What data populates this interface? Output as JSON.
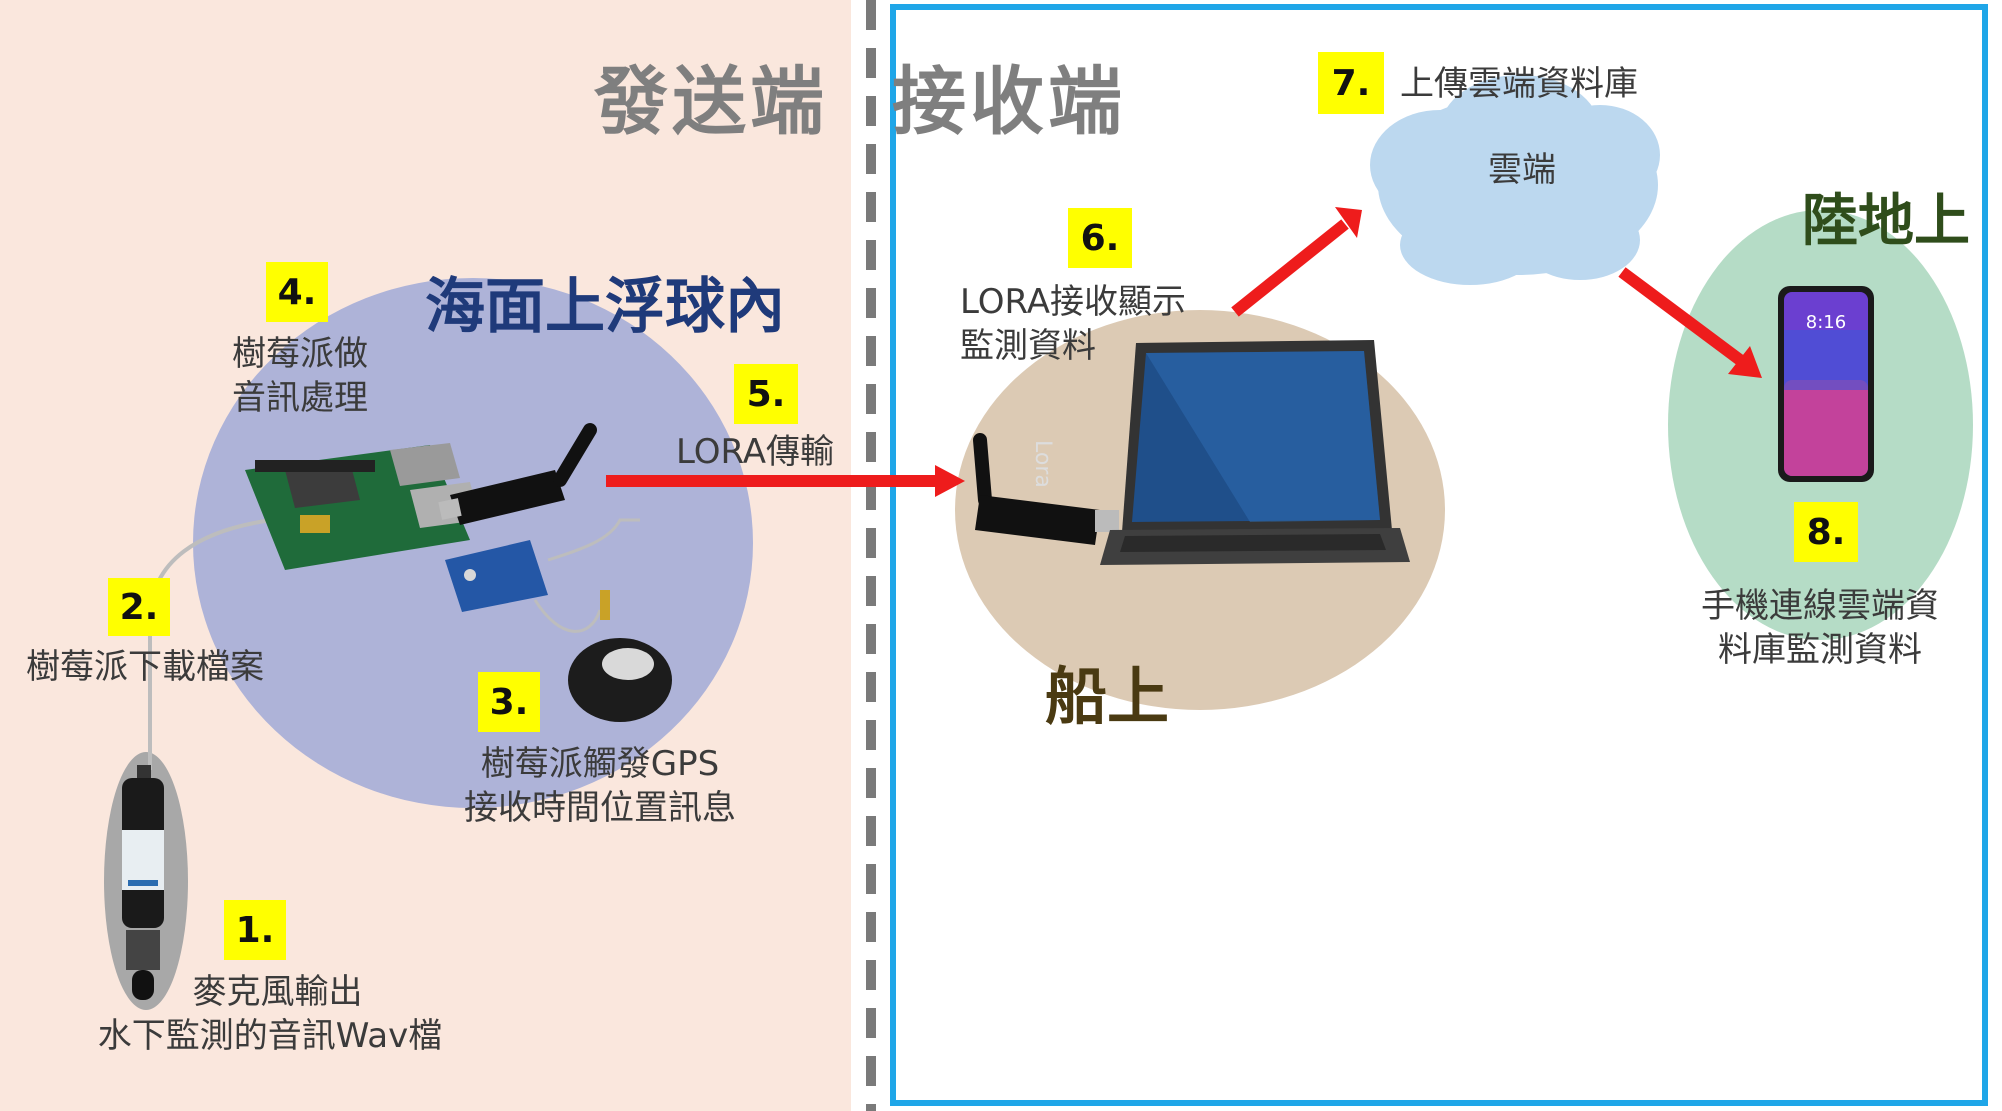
{
  "regions": {
    "sender_title": "發送端",
    "receiver_title": "接收端"
  },
  "zones": {
    "buoy": "海面上浮球內",
    "ship": "船上",
    "land": "陸地上"
  },
  "cloud": {
    "label": "雲端"
  },
  "laptop": {
    "lora_tag": "Lora"
  },
  "phone": {
    "time": "8:16"
  },
  "steps": [
    {
      "num": "1.",
      "lines": [
        "麥克風輸出",
        "水下監測的音訊Wav檔"
      ]
    },
    {
      "num": "2.",
      "lines": [
        "樹莓派下載檔案"
      ]
    },
    {
      "num": "3.",
      "lines": [
        "樹莓派觸發GPS",
        "接收時間位置訊息"
      ]
    },
    {
      "num": "4.",
      "lines": [
        "樹莓派做",
        "音訊處理"
      ]
    },
    {
      "num": "5.",
      "lines": [
        "LORA傳輸"
      ]
    },
    {
      "num": "6.",
      "lines": [
        "LORA接收顯示",
        "監測資料"
      ]
    },
    {
      "num": "7.",
      "lines": [
        "上傳雲端資料庫"
      ]
    },
    {
      "num": "8.",
      "lines": [
        "手機連線雲端資",
        "料庫監測資料"
      ]
    }
  ],
  "colors": {
    "sender_bg": "#fae7dd",
    "receiver_border": "#1fa6e8",
    "buoy_circle": "#aeb3d8",
    "ship_circle": "#dccab4",
    "land_circle": "#b5dcc6",
    "cloud_fill": "#bcd8ef",
    "arrow": "#ee1c1c",
    "badge": "#ffff00",
    "buoy_title": "#1f3a7a",
    "ship_title": "#4a3a12",
    "land_title": "#2f4d1b"
  }
}
